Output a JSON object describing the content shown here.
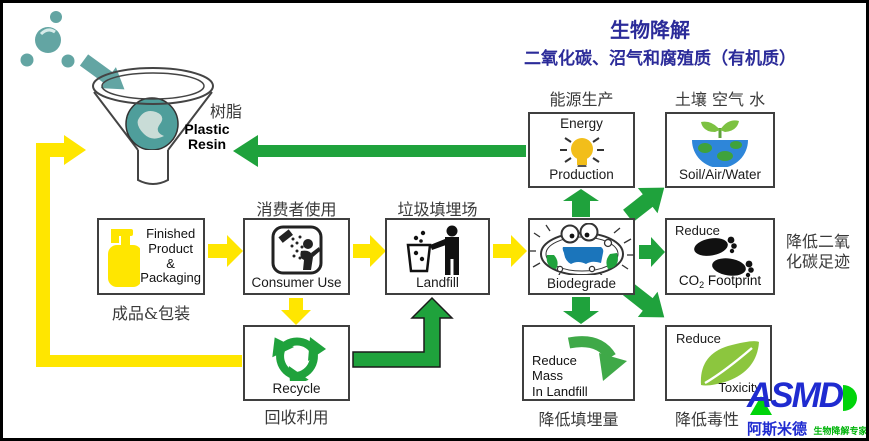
{
  "title": {
    "line1": "生物降解",
    "line2": "二氧化碳、沼气和腐殖质（有机质）"
  },
  "resin": {
    "caption_cn": "树脂",
    "en_line1": "Plastic",
    "en_line2": "Resin"
  },
  "boxes": {
    "energy": {
      "caption": "能源生产",
      "top": "Energy",
      "bottom": "Production"
    },
    "soil": {
      "caption": "土壤 空气 水",
      "label": "Soil/Air/Water"
    },
    "finished": {
      "caption": "成品&包装",
      "lines": [
        "Finished",
        "Product",
        "&",
        "Packaging"
      ]
    },
    "consumer": {
      "caption": "消费者使用",
      "label": "Consumer Use"
    },
    "landfill": {
      "caption": "垃圾填埋场",
      "label": "Landfill"
    },
    "biodegrade": {
      "label": "Biodegrade"
    },
    "co2": {
      "caption_line1": "降低二氧",
      "caption_line2": "化碳足迹",
      "top": "Reduce",
      "prefix": "CO",
      "sub": "2",
      "suffix": " Footprint"
    },
    "reduce_mass": {
      "caption": "降低填埋量",
      "lines": [
        "Reduce",
        "Mass",
        "In Landfill"
      ]
    },
    "toxicity": {
      "caption": "降低毒性",
      "top": "Reduce",
      "label": "Toxicity"
    },
    "recycle": {
      "caption": "回收利用",
      "label": "Recycle"
    }
  },
  "logo": {
    "name": "ASMD",
    "cn": "阿斯米德",
    "tagline": "生物降解专家"
  },
  "colors": {
    "yellow": "#FFE600",
    "green": "#1FA23C",
    "green2": "#3FA948",
    "teal": "#63A5A3",
    "navy": "#2B2B99",
    "leaf": "#8CC63E",
    "blue": "#1F2BD0",
    "bulb": "#F2BE1A",
    "globe": "#2E86D9",
    "mouth": "#1B75BB"
  }
}
